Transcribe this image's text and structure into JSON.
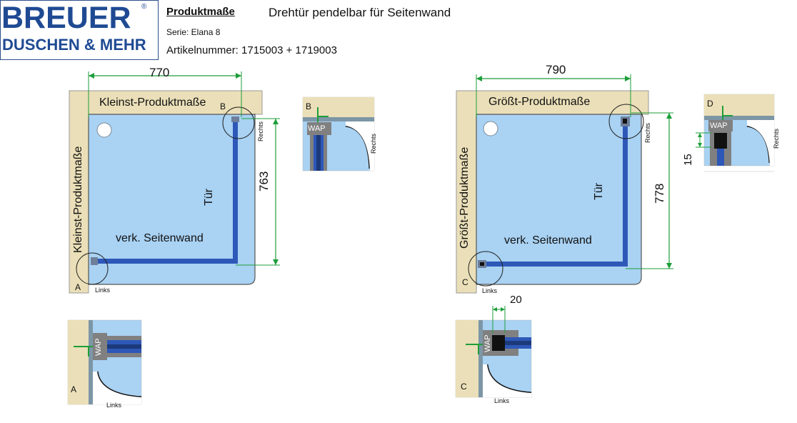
{
  "header": {
    "logo_top": "BREUER",
    "logo_reg": "®",
    "logo_bottom": "DUSCHEN & MEHR",
    "title": "Produktmaße",
    "subtitle": "Drehtür pendelbar für Seitenwand",
    "serie": "Serie:  Elana 8",
    "artikel": "Artikelnummer: 1715003 + 1719003"
  },
  "left_plan": {
    "width_dim": "770",
    "height_dim": "763",
    "top_wall_label": "Kleinst-Produktmaße",
    "side_wall_label": "Kleinst-Produktmaße",
    "door_label": "Tür",
    "sidewall_label": "verk. Seitenwand",
    "corner_top": "B",
    "corner_bottom": "A",
    "rechts": "Rechts",
    "links": "Links"
  },
  "right_plan": {
    "width_dim": "790",
    "height_dim": "778",
    "top_wall_label": "Größt-Produktmaße",
    "side_wall_label": "Größt-Produktmaße",
    "door_label": "Tür",
    "sidewall_label": "verk. Seitenwand",
    "corner_bottom": "C",
    "rechts": "Rechts",
    "links": "Links"
  },
  "detail_b": {
    "letter": "B",
    "wap": "WAP",
    "rechts": "Rechts"
  },
  "detail_d": {
    "letter": "D",
    "wap": "WAP",
    "rechts": "Rechts",
    "dim": "15"
  },
  "detail_a": {
    "letter": "A",
    "wap": "WAP",
    "links": "Links"
  },
  "detail_c": {
    "letter": "C",
    "wap": "WAP",
    "links": "Links",
    "dim": "20"
  },
  "colors": {
    "wall": "#eadfb8",
    "tray": "#a9d2f3",
    "glass": "#2e58b8",
    "dim_line": "#1e9e3a",
    "logo": "#1f4a93"
  }
}
